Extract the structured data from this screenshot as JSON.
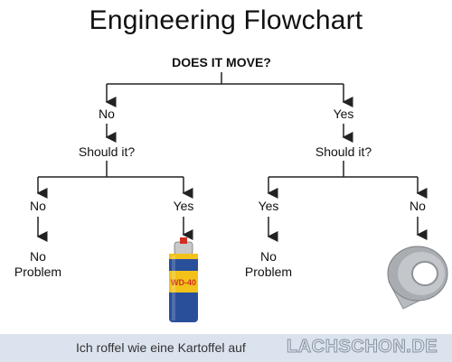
{
  "title": "Engineering Flowchart",
  "root_question": "DOES IT MOVE?",
  "left": {
    "answer": "No",
    "question": "Should it?",
    "leaf_no": {
      "answer": "No",
      "result_line1": "No",
      "result_line2": "Problem",
      "result_icon": ""
    },
    "leaf_yes": {
      "answer": "Yes",
      "result_icon": "wd40-can-icon",
      "can_label": "WD-40"
    }
  },
  "right": {
    "answer": "Yes",
    "question": "Should it?",
    "leaf_yes": {
      "answer": "Yes",
      "result_line1": "No",
      "result_line2": "Problem"
    },
    "leaf_no": {
      "answer": "No",
      "result_icon": "duct-tape-icon"
    }
  },
  "footer": {
    "text": "Ich roffel wie eine Kartoffel auf",
    "logo": "LACHSCHON.DE"
  },
  "colors": {
    "line": "#222222",
    "footer_bg": "#dbe3ee",
    "can_blue": "#2a4f9a",
    "can_red": "#d02f22",
    "can_yellow": "#f2c21a",
    "tape_silver": "#a9adb2"
  }
}
